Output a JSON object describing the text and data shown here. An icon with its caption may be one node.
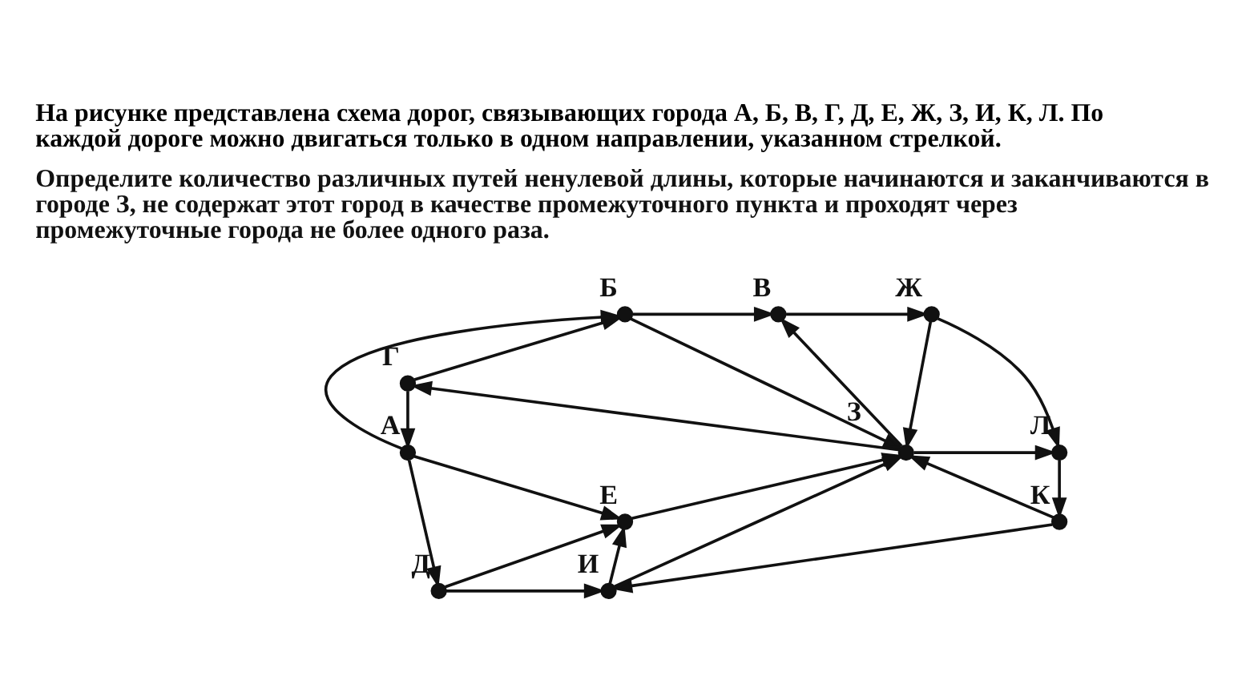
{
  "diagram": {
    "caption": "На рисунке представлена схема дорог, связывающих города А, Б, В, Г, Д, Е, Ж, З, И, К, Л. По каждой дороге можно двигаться только в одном направлении, указанном стрелкой.",
    "nodes": [
      {
        "text": [],
        "shape": "circle",
        "beside": [
          "Б"
        ]
      },
      {
        "text": [],
        "shape": "circle",
        "beside": [
          "В"
        ]
      },
      {
        "text": [],
        "shape": "circle",
        "beside": [
          "Ж"
        ]
      },
      {
        "text": [],
        "shape": "circle",
        "beside": [
          "А"
        ]
      },
      {
        "text": [],
        "shape": "circle",
        "beside": [
          "Г"
        ]
      },
      {
        "text": [],
        "shape": "circle",
        "beside": [
          "З"
        ]
      },
      {
        "text": [],
        "shape": "circle",
        "beside": [
          "Л"
        ]
      },
      {
        "text": [],
        "shape": "circle",
        "beside": [
          "Е"
        ]
      },
      {
        "text": [],
        "shape": "circle",
        "beside": [
          "Д"
        ]
      },
      {
        "text": [],
        "shape": "circle",
        "beside": [
          "И"
        ]
      },
      {
        "text": [],
        "shape": "circle",
        "beside": [
          "К"
        ]
      }
    ],
    "edges": [
      {
        "from": 3,
        "to": 0,
        "arrow": "to"
      },
      {
        "from": 4,
        "to": 0,
        "arrow": "to"
      },
      {
        "from": 0,
        "to": 1,
        "arrow": "to"
      },
      {
        "from": 0,
        "to": 5,
        "arrow": "to"
      },
      {
        "from": 1,
        "to": 2,
        "arrow": "to"
      },
      {
        "from": 2,
        "to": 5,
        "arrow": "to"
      },
      {
        "from": 2,
        "to": 6,
        "arrow": "to"
      },
      {
        "from": 5,
        "to": 1,
        "arrow": "to"
      },
      {
        "from": 4,
        "to": 3,
        "arrow": "to"
      },
      {
        "from": 5,
        "to": 4,
        "arrow": "to"
      },
      {
        "from": 3,
        "to": 8,
        "arrow": "to"
      },
      {
        "from": 3,
        "to": 7,
        "arrow": "to"
      },
      {
        "from": 8,
        "to": 7,
        "arrow": "to"
      },
      {
        "from": 8,
        "to": 9,
        "arrow": "to"
      },
      {
        "from": 7,
        "to": 5,
        "arrow": "to"
      },
      {
        "from": 9,
        "to": 7,
        "arrow": "to"
      },
      {
        "from": 9,
        "to": 5,
        "arrow": "to"
      },
      {
        "from": 10,
        "to": 5,
        "arrow": "to"
      },
      {
        "from": 10,
        "to": 9,
        "arrow": "to"
      },
      {
        "from": 5,
        "to": 6,
        "arrow": "to"
      },
      {
        "from": 6,
        "to": 10,
        "arrow": "to"
      }
    ],
    "labels": [
      "Определите количество различных путей ненулевой длины, которые начинаются и заканчиваются в городе З, не содержат этот город в качестве промежуточного пункта и проходят через промежуточные города не более одного раза."
    ]
  }
}
